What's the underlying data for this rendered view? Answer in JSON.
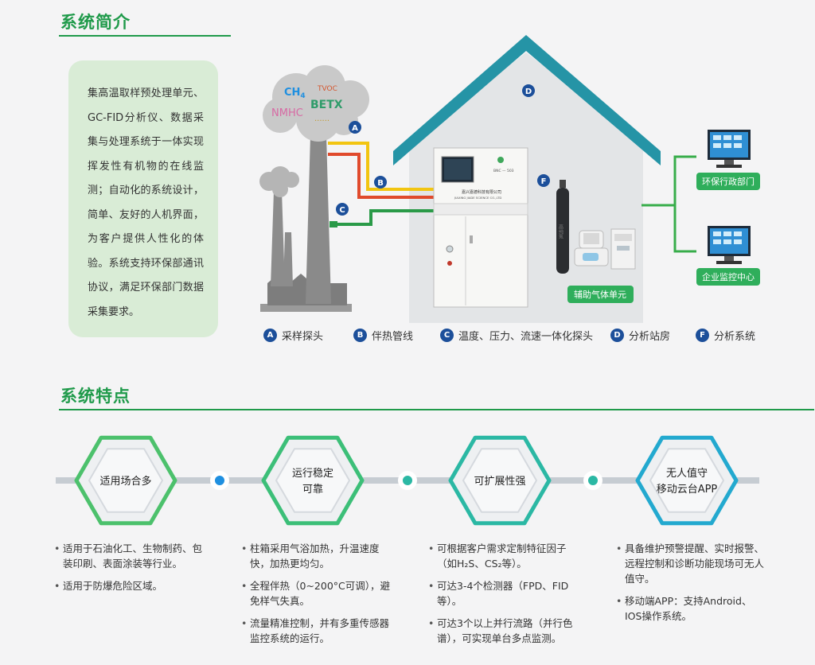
{
  "section1_title": "系统简介",
  "section2_title": "系统特点",
  "intro_text": "集高温取样预处理单元、GC-FID分析仪、数据采集与处理系统于一体实现挥发性有机物的在线监测；自动化的系统设计，简单、友好的人机界面，为客户提供人性化的体验。系统支持环保部通讯协议，满足环保部门数据采集要求。",
  "cloud": {
    "ch4": "CH",
    "ch4_sub": "4",
    "tvoc": "TVOC",
    "betx": "BETX",
    "nmhc": "NMHC",
    "dots": "......"
  },
  "badges": {
    "a": "A",
    "b": "B",
    "c": "C",
    "d": "D",
    "f": "F"
  },
  "cabinet_label": "嘉兴嘉德科技有限公司",
  "cabinet_sub": "JIAXING JIADE SCIENCE CO.,LTD",
  "cabinet_tag": "BNC — 503",
  "cylinder_text": "高纯氮",
  "aux_gas_label": "辅助气体单元",
  "monitors": [
    {
      "label": "环保行政部门"
    },
    {
      "label": "企业监控中心"
    }
  ],
  "legend": [
    {
      "badge": "A",
      "label": "采样探头"
    },
    {
      "badge": "B",
      "label": "伴热管线"
    },
    {
      "badge": "C",
      "label": "温度、压力、流速一体化探头"
    },
    {
      "badge": "D",
      "label": "分析站房"
    },
    {
      "badge": "F",
      "label": "分析系统"
    }
  ],
  "features": [
    {
      "line1": "适用场合多",
      "line2": "",
      "color": "#4cc16c",
      "items": [
        "适用于石油化工、生物制药、包装印刷、表面涂装等行业。",
        "适用于防爆危险区域。"
      ]
    },
    {
      "line1": "运行稳定",
      "line2": "可靠",
      "color": "#3cbf78",
      "items": [
        "柱箱采用气浴加热，升温速度快，加热更均匀。",
        "全程伴热（0~200°C可调），避免样气失真。",
        "流量精准控制，并有多重传感器监控系统的运行。"
      ]
    },
    {
      "line1": "可扩展性强",
      "line2": "",
      "color": "#2bb8a4",
      "items": [
        "可根据客户需求定制特征因子（如H₂S、CS₂等）。",
        "可达3-4个检测器（FPD、FID等）。",
        "可达3个以上并行流路（并行色谱），可实现单台多点监测。"
      ]
    },
    {
      "line1": "无人值守",
      "line2": "移动云台APP",
      "color": "#23a9cf",
      "items": [
        "具备维护预警提醒、实时报警、远程控制和诊断功能现场可无人值守。",
        "移动端APP：支持Android、IOS操作系统。"
      ]
    }
  ],
  "connector_dot_colors": [
    "#1e8fe0",
    "#2bb8a4",
    "#2bb8a4"
  ]
}
